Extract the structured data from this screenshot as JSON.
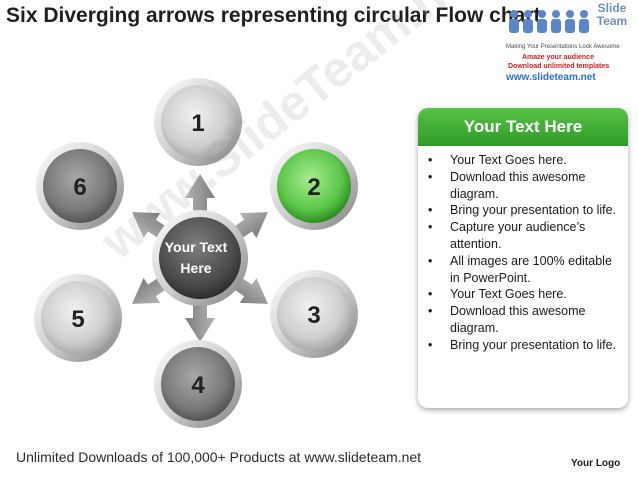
{
  "title": "Six Diverging arrows representing circular Flow chart",
  "logo": {
    "word": "Slide Team",
    "tagline": "Making Your Presentations Look Awesome",
    "line1": "Amaze your audience",
    "line2": "Download unlimited templates",
    "url": "www.slideteam.net"
  },
  "diagram": {
    "center_label_line1": "Your Text",
    "center_label_line2": "Here",
    "nodes": [
      "1",
      "2",
      "3",
      "4",
      "5",
      "6"
    ],
    "highlighted_node": "2",
    "colors": {
      "highlight": "#5cc64a",
      "light_grey": "#c9c9c9",
      "dark_grey": "#737373",
      "center": "#4a4a4a",
      "arrow": "#9a9a9a"
    }
  },
  "panel": {
    "heading": "Your Text Here",
    "bullet_symbol": "•",
    "items": [
      "Your Text Goes here.",
      "Download this awesome diagram.",
      "Bring your presentation to life.",
      "Capture your audience’s attention.",
      "All images are 100% editable in PowerPoint.",
      "Your Text Goes here.",
      "Download this awesome diagram.",
      "Bring your presentation to life."
    ]
  },
  "watermark": "www.SlideTeam.net",
  "footer": "Unlimited Downloads of 100,000+ Products at www.slideteam.net",
  "your_logo": "Your Logo"
}
